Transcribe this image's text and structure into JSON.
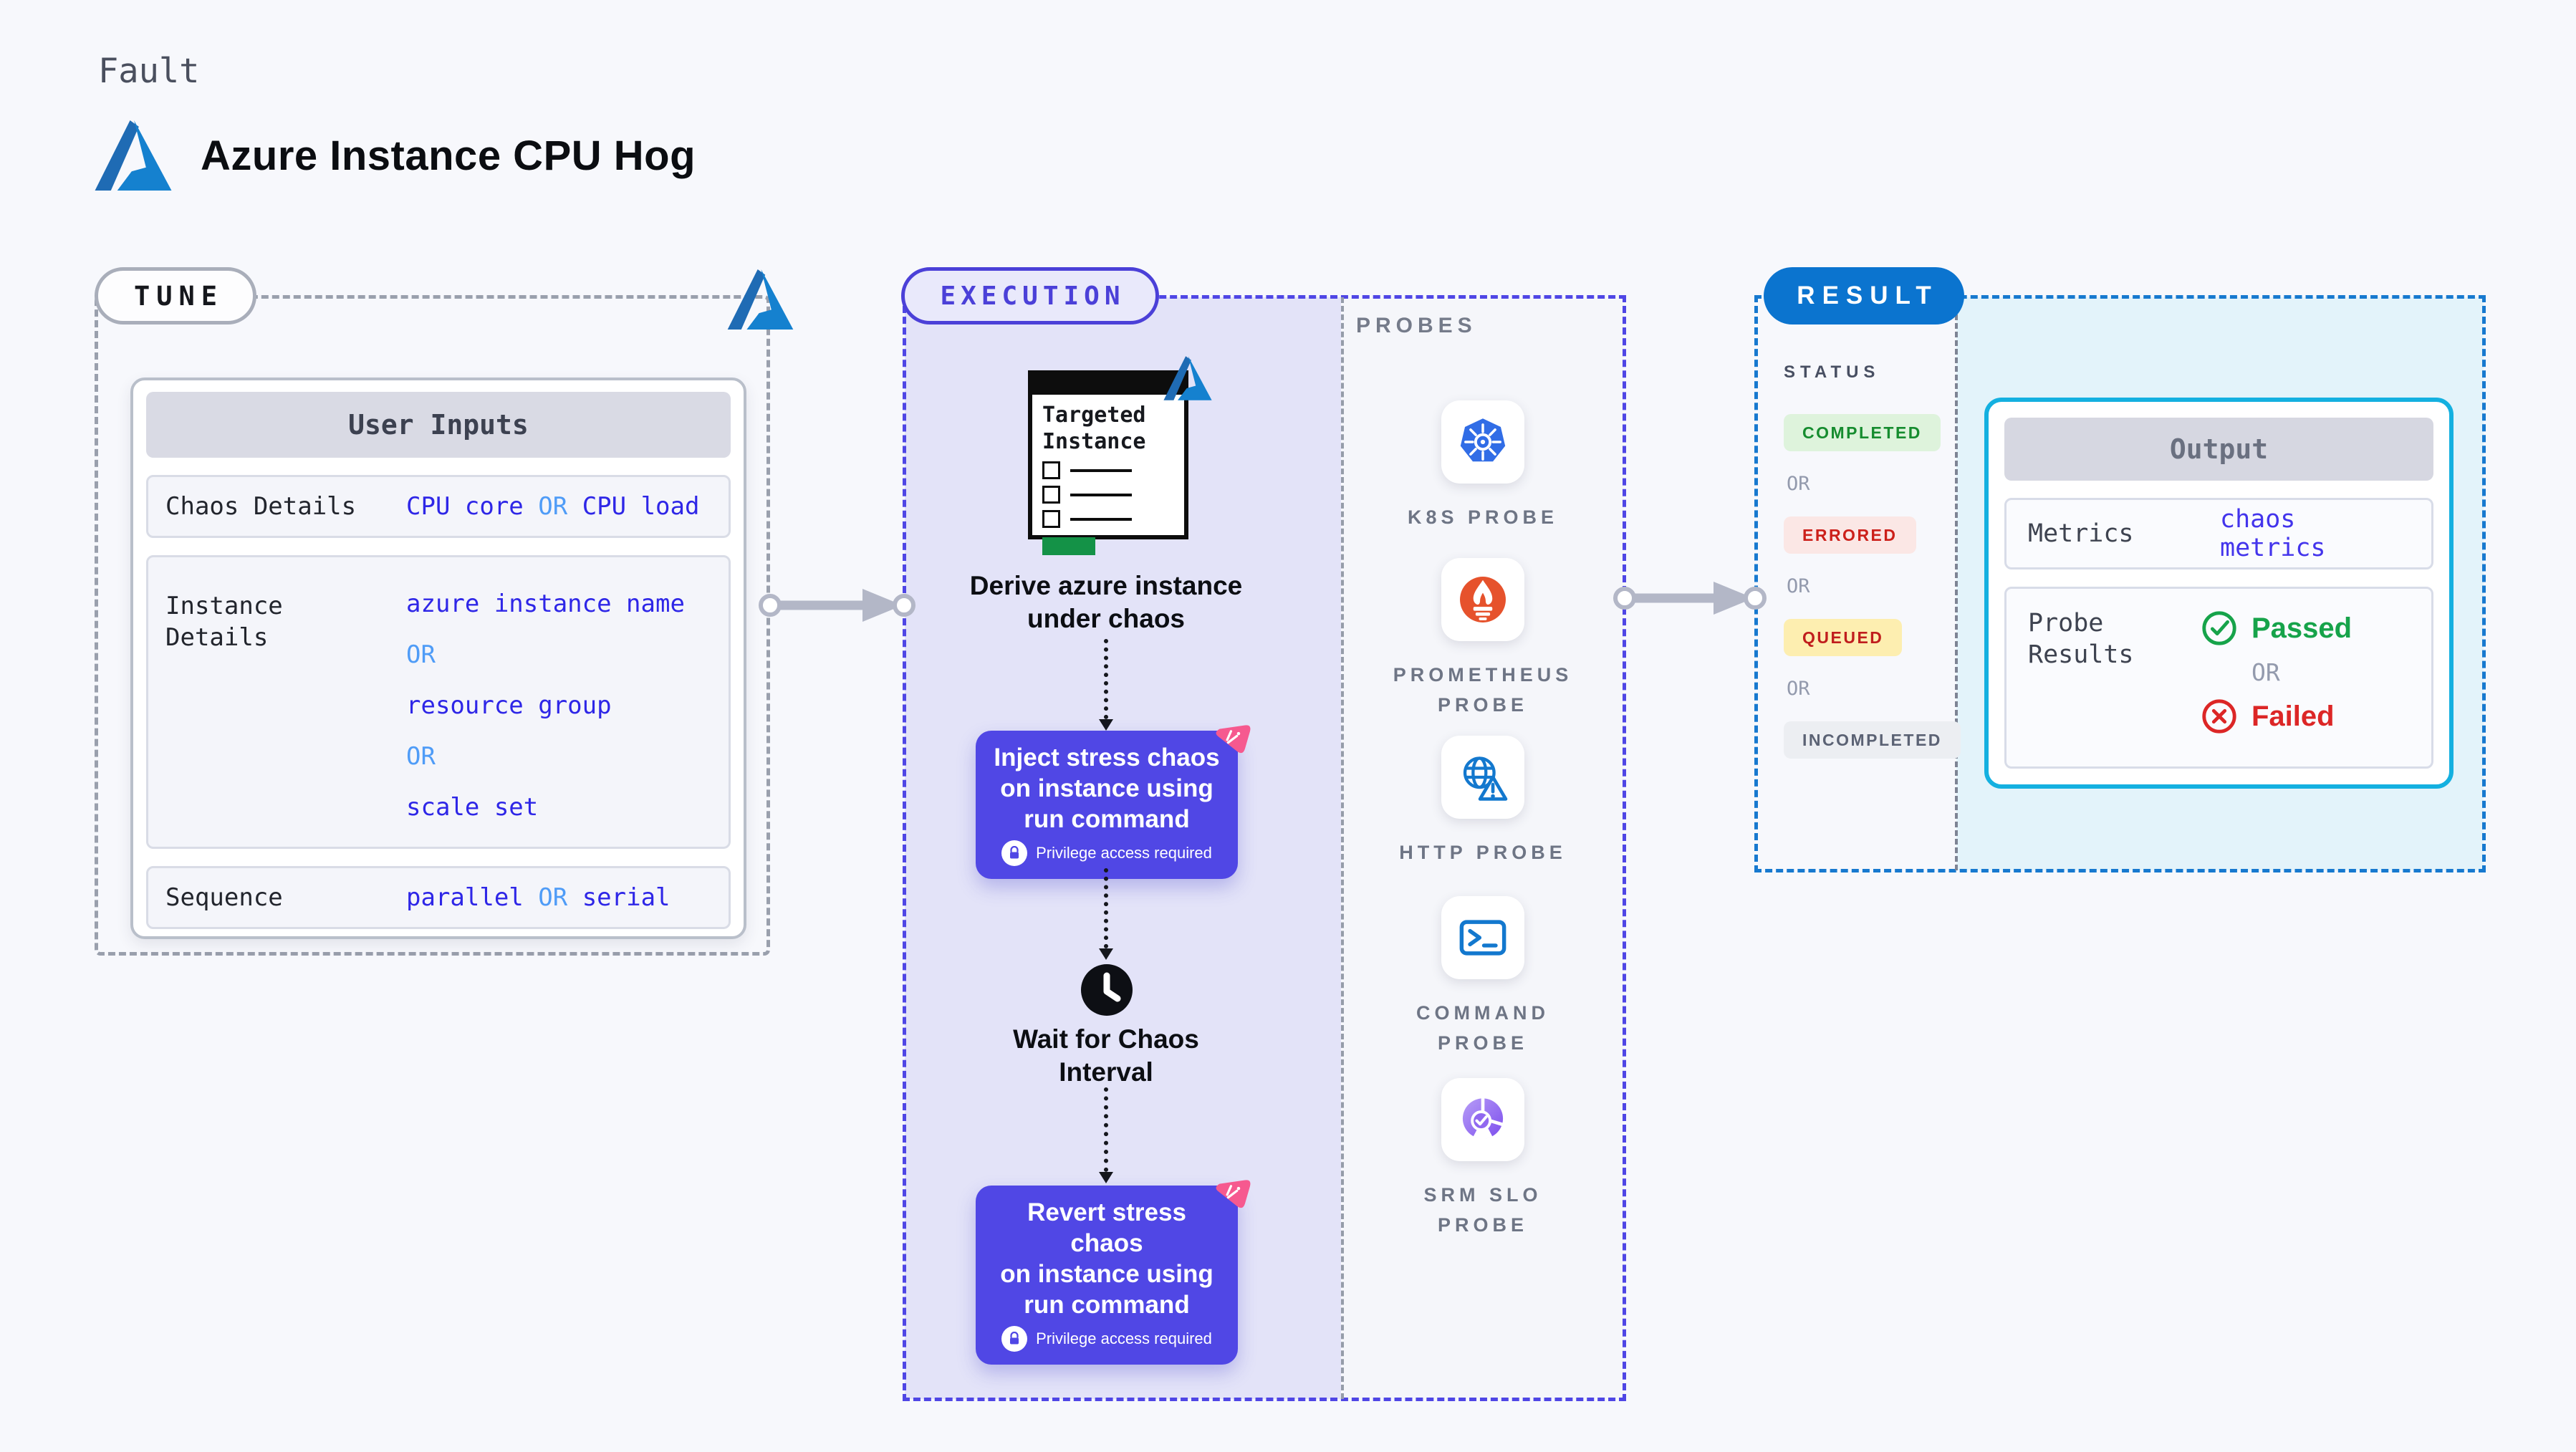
{
  "header": {
    "kicker": "Fault",
    "title": "Azure Instance CPU Hog"
  },
  "tune": {
    "pill": "TUNE",
    "card_title": "User Inputs",
    "rows": {
      "chaos": {
        "label": "Chaos Details",
        "v1": "CPU core",
        "or": "OR",
        "v2": "CPU load"
      },
      "instance": {
        "label_lines": [
          "Instance",
          "Details"
        ],
        "v1": "azure instance name",
        "or1": "OR",
        "v2": "resource group",
        "or2": "OR",
        "v3": "scale set"
      },
      "sequence": {
        "label": "Sequence",
        "v1": "parallel",
        "or": "OR",
        "v2": "serial"
      }
    }
  },
  "execution": {
    "pill": "EXECUTION",
    "window_title_lines": [
      "Targeted",
      "Instance"
    ],
    "step_derive_lines": [
      "Derive azure instance",
      "under chaos"
    ],
    "inject_card": {
      "lines": [
        "Inject stress chaos",
        "on instance using",
        "run command"
      ],
      "badge": "Privilege access required"
    },
    "wait_lines": [
      "Wait for Chaos",
      "Interval"
    ],
    "revert_card": {
      "lines": [
        "Revert stress chaos",
        "on instance using",
        "run command"
      ],
      "badge": "Privilege access required"
    }
  },
  "probes": {
    "label": "PROBES",
    "items": [
      {
        "name_lines": [
          "K8S PROBE"
        ],
        "icon": "kubernetes-icon"
      },
      {
        "name_lines": [
          "PROMETHEUS",
          "PROBE"
        ],
        "icon": "prometheus-icon"
      },
      {
        "name_lines": [
          "HTTP PROBE"
        ],
        "icon": "http-globe-warning-icon"
      },
      {
        "name_lines": [
          "COMMAND",
          "PROBE"
        ],
        "icon": "terminal-icon"
      },
      {
        "name_lines": [
          "SRM SLO",
          "PROBE"
        ],
        "icon": "slo-pie-check-icon"
      }
    ]
  },
  "result": {
    "pill": "RESULT",
    "status": {
      "label": "STATUS",
      "or": "OR",
      "badges": [
        "COMPLETED",
        "ERRORED",
        "QUEUED",
        "INCOMPLETED"
      ]
    },
    "output": {
      "title": "Output",
      "metrics_label": "Metrics",
      "metrics_value": "chaos metrics",
      "probe_results_lines": [
        "Probe",
        "Results"
      ],
      "passed": "Passed",
      "or": "OR",
      "failed": "Failed"
    }
  },
  "colors": {
    "page_bg": "#f7f8fc",
    "azure_blue": "#1581cf",
    "indigo_accent": "#4f46e5",
    "chaos_card_bg": "#5047e5",
    "lavender_panel": "#e3e3f8",
    "value_blue": "#2e26e7",
    "or_blue": "#4f9cf7",
    "result_blue": "#0b74cf",
    "output_border_cyan": "#14b0e0",
    "cyan_panel": "#e3f3fa",
    "completed_green": "#168c2f",
    "errored_red": "#cc201a",
    "queued_red": "#c01d1d",
    "incompleted_gray": "#5b6274",
    "passed_green": "#16a34a",
    "failed_red": "#dc2626",
    "pink_badge": "#f6598f",
    "kubernetes_blue": "#316de6",
    "prometheus_orange": "#e6522c"
  }
}
